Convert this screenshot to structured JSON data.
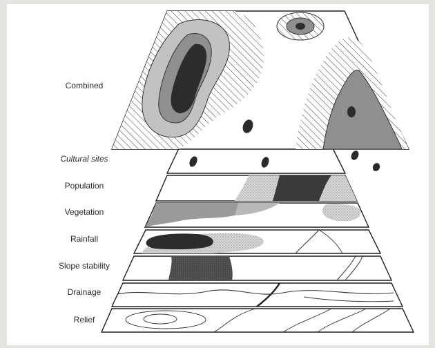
{
  "layers": [
    {
      "id": "combined",
      "label": "Combined",
      "italic": false
    },
    {
      "id": "cultural-sites",
      "label": "Cultural sites",
      "italic": true
    },
    {
      "id": "population",
      "label": "Population",
      "italic": false
    },
    {
      "id": "vegetation",
      "label": "Vegetation",
      "italic": false
    },
    {
      "id": "rainfall",
      "label": "Rainfall",
      "italic": false
    },
    {
      "id": "slope-stability",
      "label": "Slope stability",
      "italic": false
    },
    {
      "id": "drainage",
      "label": "Drainage",
      "italic": false
    },
    {
      "id": "relief",
      "label": "Relief",
      "italic": false
    }
  ],
  "colors": {
    "background": "#e4e4e0",
    "panel": "#ffffff",
    "ink": "#1e1e1e",
    "zone_light": "#bdbdbd",
    "zone_mid": "#8a8a8a",
    "zone_dark": "#474747",
    "zone_darkest": "#262626"
  }
}
